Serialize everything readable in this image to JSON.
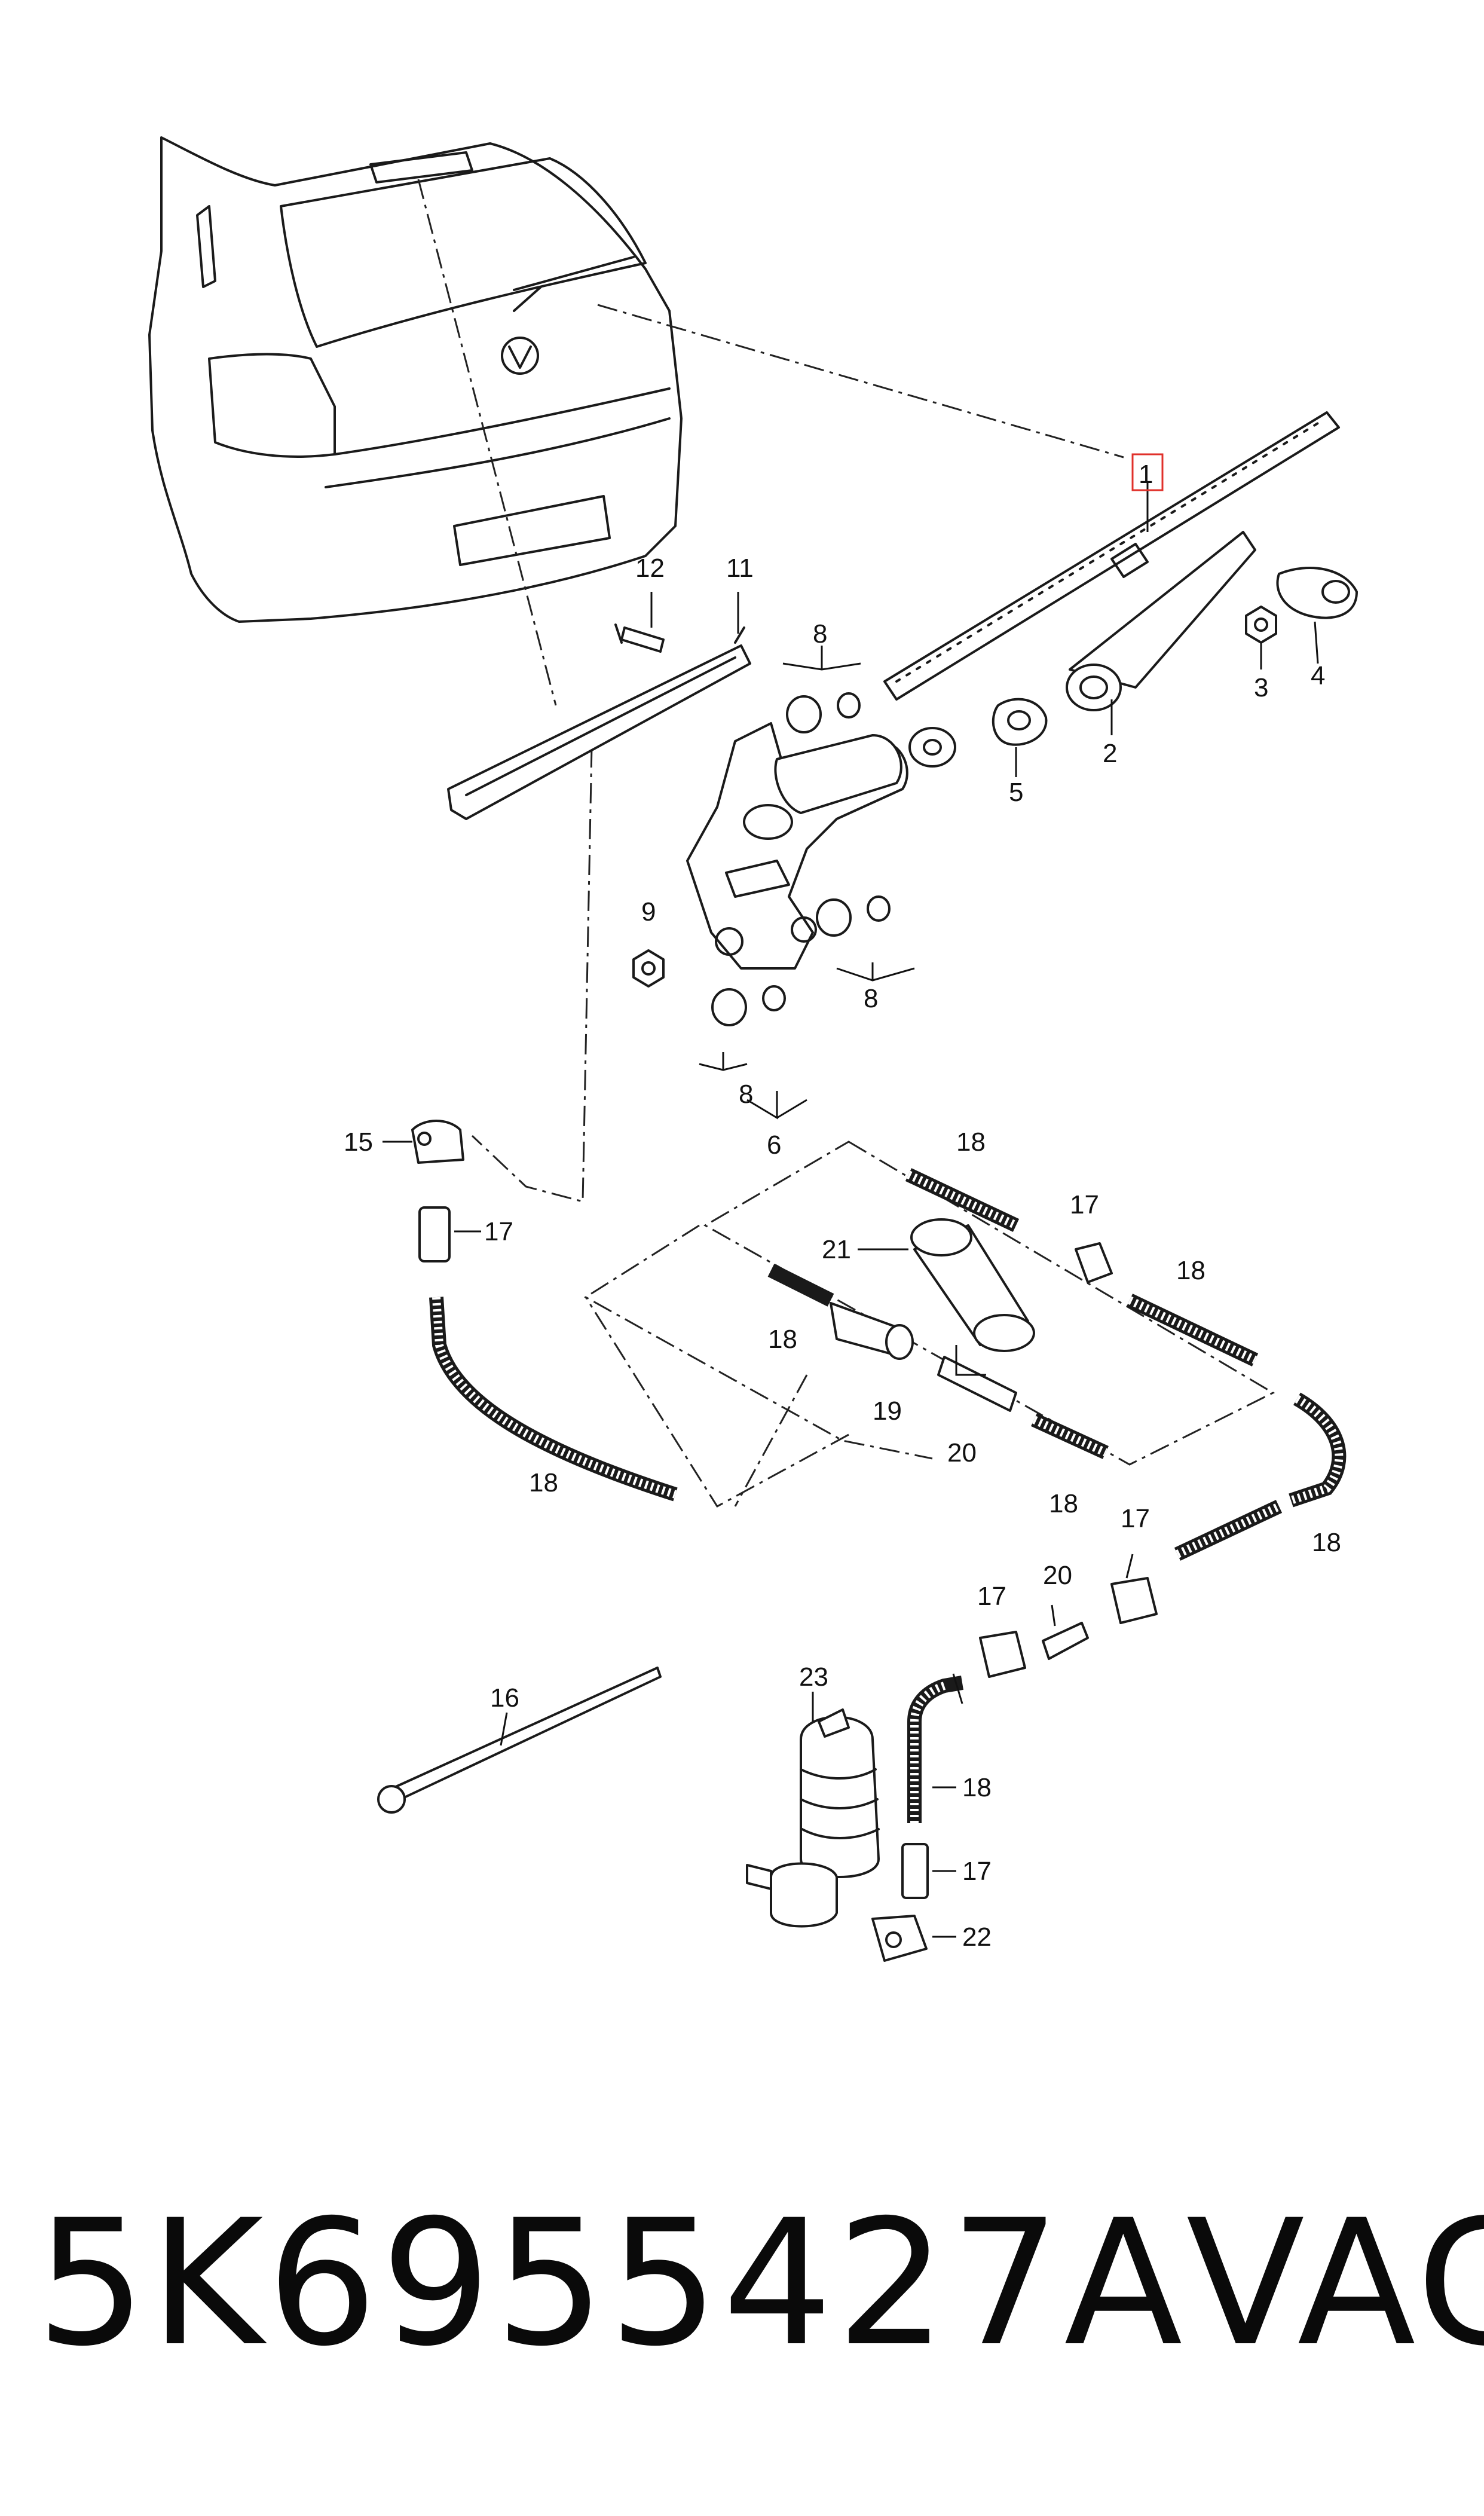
{
  "callouts": {
    "c1": "1",
    "c2": "2",
    "c3": "3",
    "c4": "4",
    "c5": "5",
    "c6": "6",
    "c8a": "8",
    "c8b": "8",
    "c8c": "8",
    "c9": "9",
    "c11": "11",
    "c12": "12",
    "c15": "15",
    "c16": "16",
    "c17a": "17",
    "c17b": "17",
    "c17c": "17",
    "c17d": "17",
    "c17e": "17",
    "c18a": "18",
    "c18b": "18",
    "c18c": "18",
    "c18d": "18",
    "c18e": "18",
    "c18f": "18",
    "c18g": "18",
    "c19": "19",
    "c20a": "20",
    "c20b": "20",
    "c21": "21",
    "c22": "22",
    "c23": "23"
  },
  "highlight_color": "#e0312b",
  "footer": {
    "part_number": "5K6955427A",
    "brand": "VAG"
  }
}
